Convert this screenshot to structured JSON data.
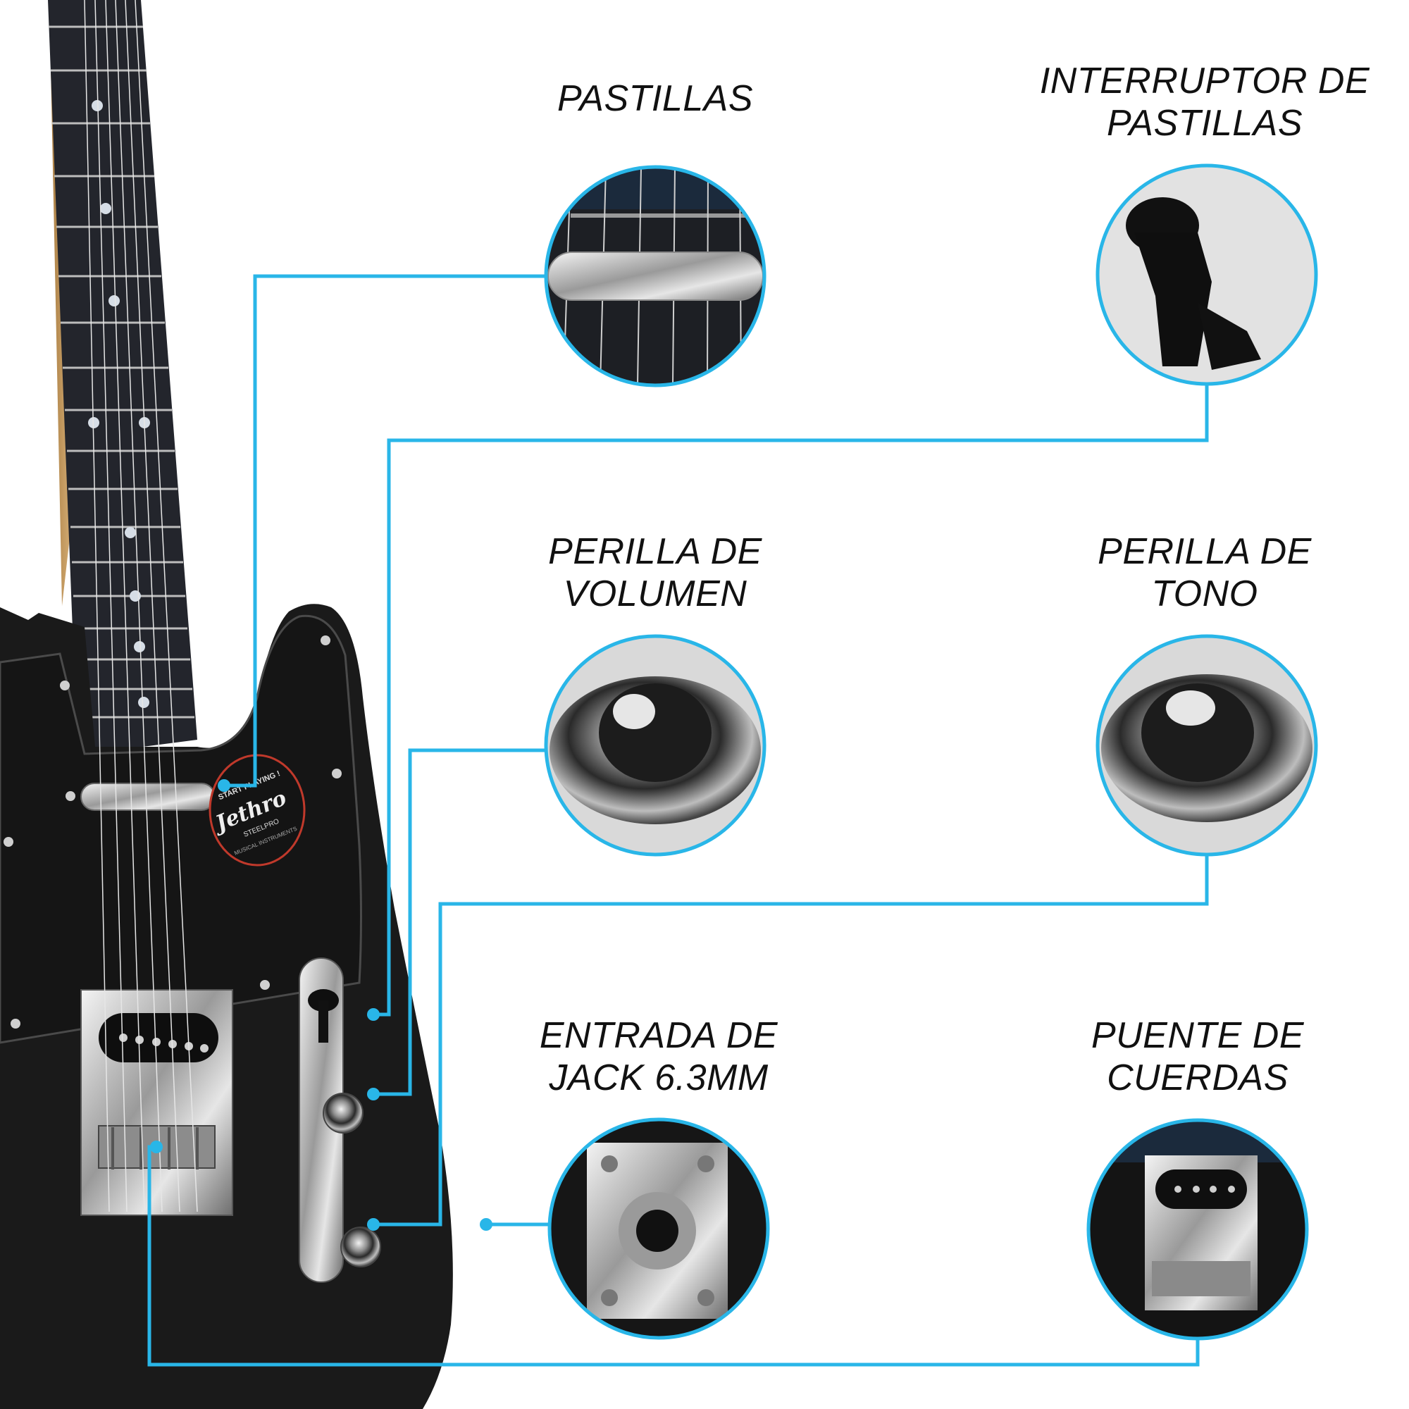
{
  "colors": {
    "accent": "#29b6e8",
    "body": "#1b1b1b",
    "fretboard": "#23252c",
    "chrome": "#c9c9c9"
  },
  "guitar": {
    "sticker": {
      "top_text": "START PLAYING !",
      "brand": "Jethro",
      "sub_brand": "STEELPRO",
      "bottom_text": "MUSICAL INSTRUMENTS"
    }
  },
  "callouts": [
    {
      "id": "pastillas",
      "lines": [
        "PASTILLAS"
      ],
      "icon": "pickup-closeup"
    },
    {
      "id": "interruptor",
      "lines": [
        "INTERRUPTOR DE",
        "PASTILLAS"
      ],
      "icon": "selector-switch-closeup"
    },
    {
      "id": "volumen",
      "lines": [
        "PERILLA DE",
        "VOLUMEN"
      ],
      "icon": "chrome-knob-closeup"
    },
    {
      "id": "tono",
      "lines": [
        "PERILLA DE",
        "TONO"
      ],
      "icon": "chrome-knob-closeup"
    },
    {
      "id": "jack",
      "lines": [
        "ENTRADA DE",
        "JACK 6.3MM"
      ],
      "icon": "jack-input-closeup"
    },
    {
      "id": "puente",
      "lines": [
        "PUENTE DE",
        "CUERDAS"
      ],
      "icon": "bridge-closeup"
    }
  ]
}
